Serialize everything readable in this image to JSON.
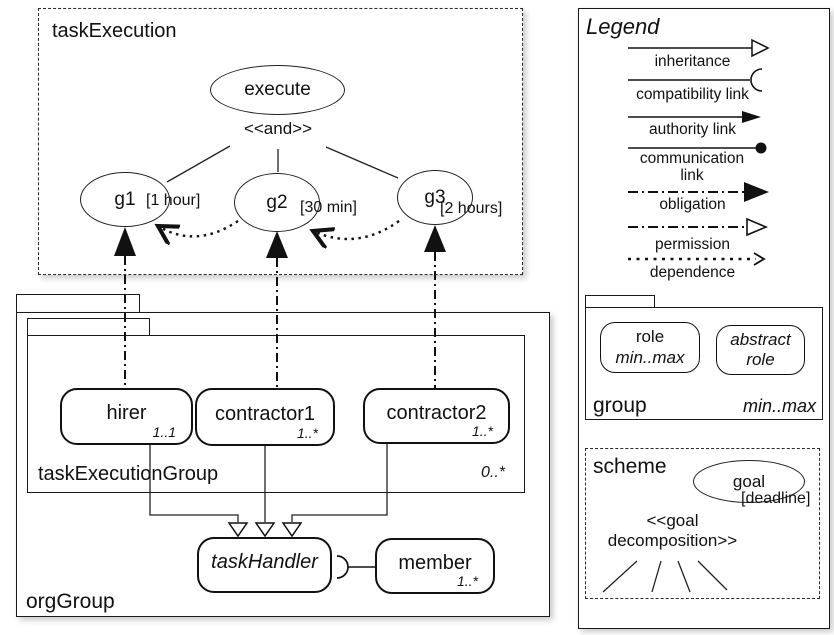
{
  "task_execution": {
    "title": "taskExecution",
    "root_goal": "execute",
    "operator": "<<and>>",
    "goals": [
      {
        "name": "g1",
        "deadline": "[1 hour]"
      },
      {
        "name": "g2",
        "deadline": "[30 min]"
      },
      {
        "name": "g3",
        "deadline": "[2 hours]"
      }
    ]
  },
  "org_group": {
    "title": "orgGroup",
    "task_execution_group": {
      "title": "taskExecutionGroup",
      "multiplicity": "0..*",
      "roles": [
        {
          "name": "hirer",
          "multiplicity": "1..1"
        },
        {
          "name": "contractor1",
          "multiplicity": "1..*"
        },
        {
          "name": "contractor2",
          "multiplicity": "1..*"
        }
      ]
    },
    "task_handler": {
      "name": "taskHandler"
    },
    "member": {
      "name": "member",
      "multiplicity": "1..*"
    }
  },
  "legend": {
    "title": "Legend",
    "items": [
      {
        "label": "inheritance",
        "marker": "inheritance-hollow-arrow"
      },
      {
        "label": "compatibility link",
        "marker": "compatibility-socket"
      },
      {
        "label": "authority link",
        "marker": "authority-solid-arrow"
      },
      {
        "label": "communication link",
        "marker": "communication-dot"
      },
      {
        "label": "obligation",
        "marker": "obligation-solid-triangle"
      },
      {
        "label": "permission",
        "marker": "permission-hollow-triangle"
      },
      {
        "label": "dependence",
        "marker": "dependence-thin-arrow"
      }
    ]
  },
  "group_key": {
    "title": "group",
    "multiplicity": "min..max",
    "role": {
      "name": "role",
      "multiplicity": "min..max"
    },
    "abstract_role": {
      "name": "abstract role"
    }
  },
  "scheme_key": {
    "title": "scheme",
    "goal": {
      "name": "goal",
      "deadline": "[deadline]"
    },
    "decomposition_line1": "<<goal",
    "decomposition_line2": "decomposition>>"
  },
  "colors": {
    "ink": "#1a1a1a",
    "background": "#ffffff"
  }
}
